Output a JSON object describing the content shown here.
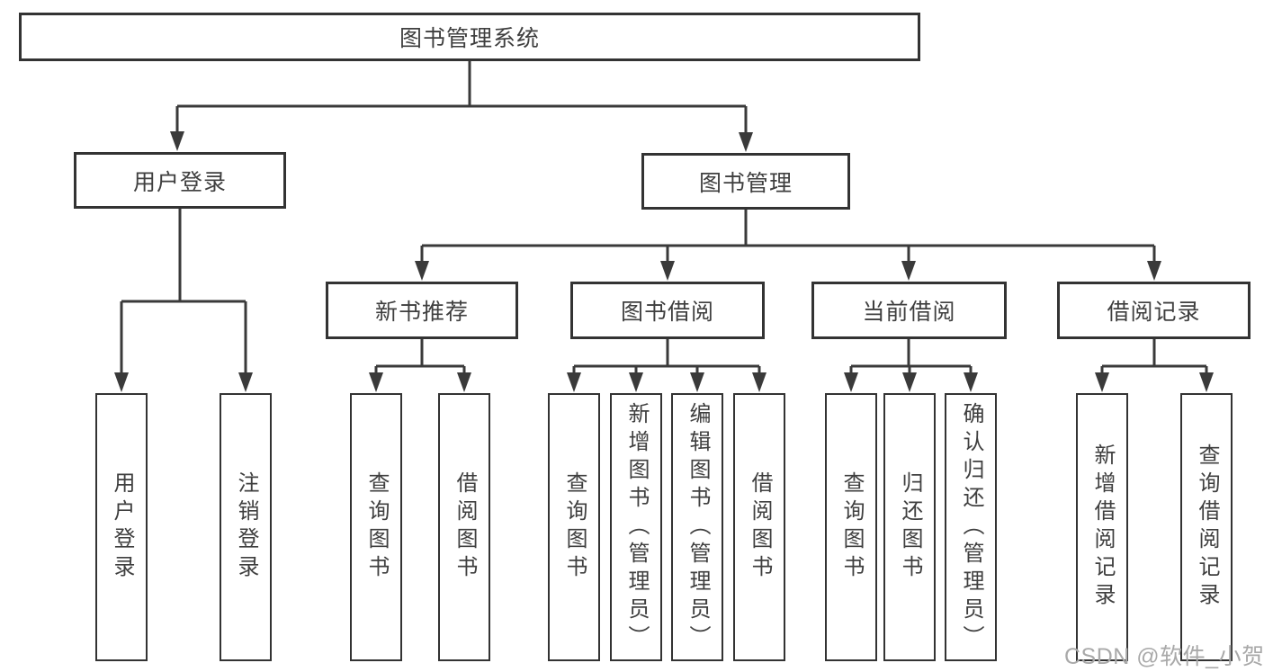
{
  "diagram": {
    "root": "图书管理系统",
    "level2": {
      "user_login": "用户登录",
      "book_mgmt": "图书管理"
    },
    "level3": {
      "new_book": "新书推荐",
      "book_borrow": "图书借阅",
      "current_borrow": "当前借阅",
      "borrow_record": "借阅记录"
    },
    "leaves": {
      "login": "用户登录",
      "logout": "注销登录",
      "nb_query": "查询图书",
      "nb_borrow": "借阅图书",
      "bb_query": "查询图书",
      "bb_add": "新增图书（管理员）",
      "bb_edit": "编辑图书（管理员）",
      "bb_borrow": "借阅图书",
      "cb_query": "查询图书",
      "cb_return": "归还图书",
      "cb_confirm": "确认归还（管理员）",
      "br_add": "新增借阅记录",
      "br_query": "查询借阅记录"
    }
  },
  "watermark": "CSDN @软件_小贺同学",
  "colors": {
    "line": "#3a3a3a",
    "text": "#3f3f3f",
    "watermark": "#a9a9a9",
    "background": "#ffffff"
  }
}
